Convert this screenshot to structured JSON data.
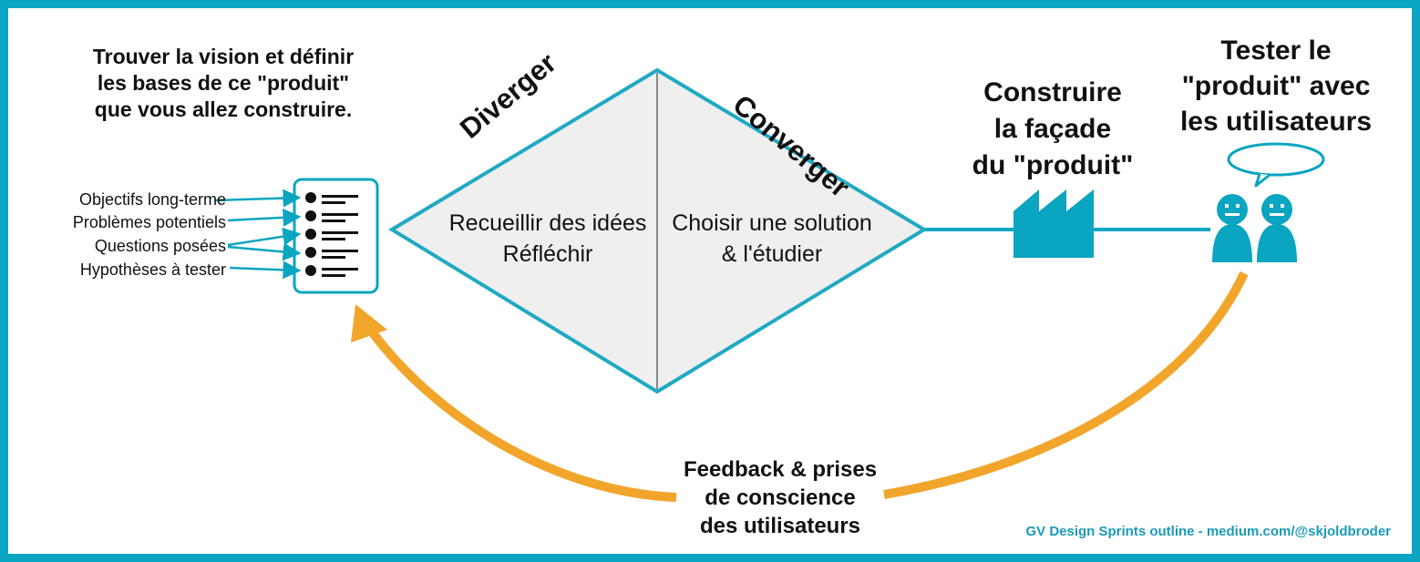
{
  "intro": {
    "lines": [
      "Trouver la vision et définir",
      "les bases de ce \"produit\"",
      "que vous allez construire."
    ]
  },
  "checklist": {
    "labels": [
      "Objectifs long-terme",
      "Problèmes potentiels",
      "Questions posées",
      "Hypothèses à tester"
    ]
  },
  "diamond": {
    "left_title": "Diverger",
    "right_title": "Converger",
    "left_lines": [
      "Recueillir des idées",
      "Réfléchir"
    ],
    "right_lines": [
      "Choisir une solution",
      "& l'étudier"
    ]
  },
  "build": {
    "lines": [
      "Construire",
      "la façade",
      "du \"produit\""
    ]
  },
  "test": {
    "lines": [
      "Tester le",
      "\"produit\" avec",
      "les utilisateurs"
    ]
  },
  "feedback": {
    "lines": [
      "Feedback & prises",
      "de conscience",
      "des utilisateurs"
    ]
  },
  "credit": "GV Design Sprints outline - medium.com/@skjoldbroder",
  "colors": {
    "accent": "#0aa5c0",
    "diamond_fill": "#efefef",
    "diamond_stroke": "#20a9c3",
    "arrow": "#f2a52b",
    "text": "#111111"
  },
  "icons": [
    "checklist-icon",
    "factory-icon",
    "users-icon",
    "speech-bubble-icon",
    "feedback-arrow-icon"
  ]
}
